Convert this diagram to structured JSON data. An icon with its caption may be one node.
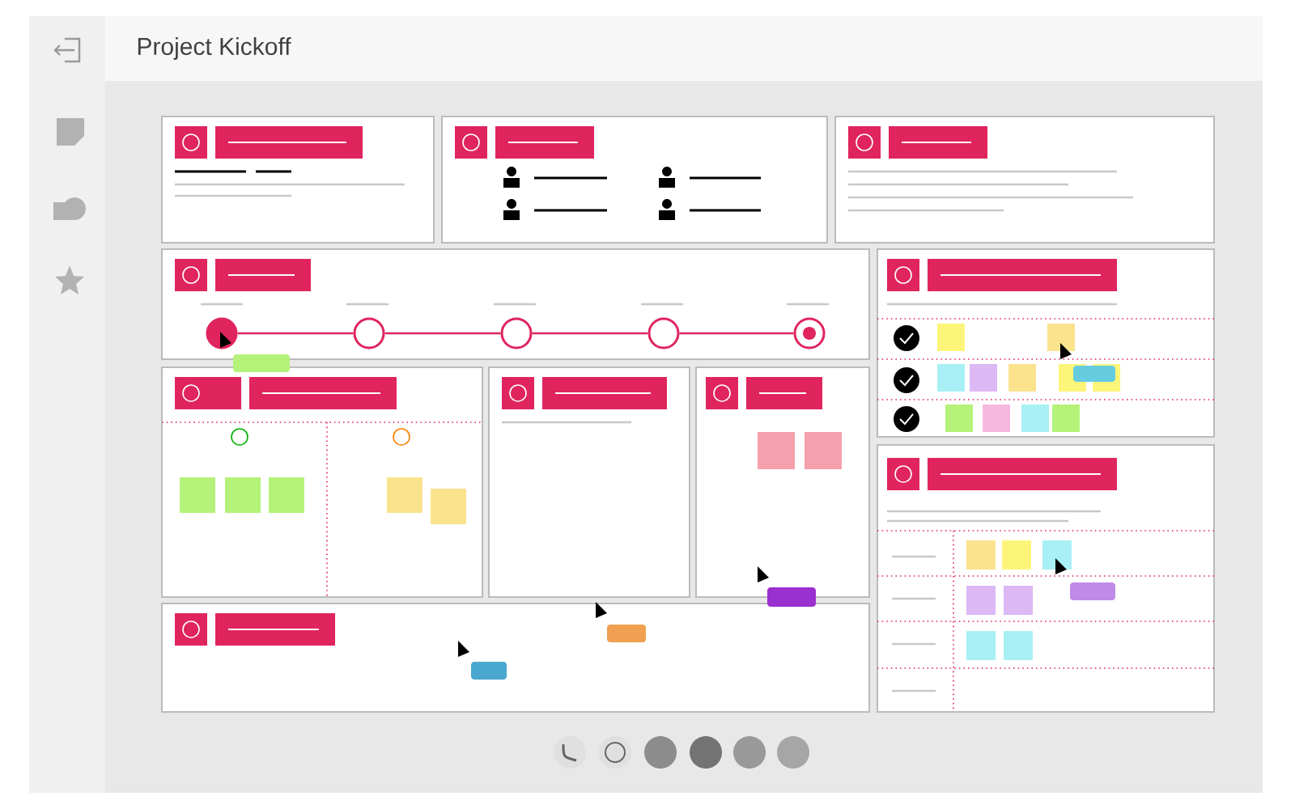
{
  "diagram": {
    "title": "Project Kickoff",
    "nodes": [
      {
        "text": [],
        "shape": "circle"
      },
      {
        "text": [],
        "shape": "circle"
      },
      {
        "text": [],
        "shape": "circle"
      },
      {
        "text": [],
        "shape": "circle"
      },
      {
        "text": [],
        "shape": "circle"
      }
    ],
    "edges": [
      {
        "from": 0,
        "to": 1,
        "arrow": "none"
      },
      {
        "from": 1,
        "to": 2,
        "arrow": "none"
      },
      {
        "from": 2,
        "to": 3,
        "arrow": "none"
      },
      {
        "from": 3,
        "to": 4,
        "arrow": "none"
      }
    ]
  }
}
